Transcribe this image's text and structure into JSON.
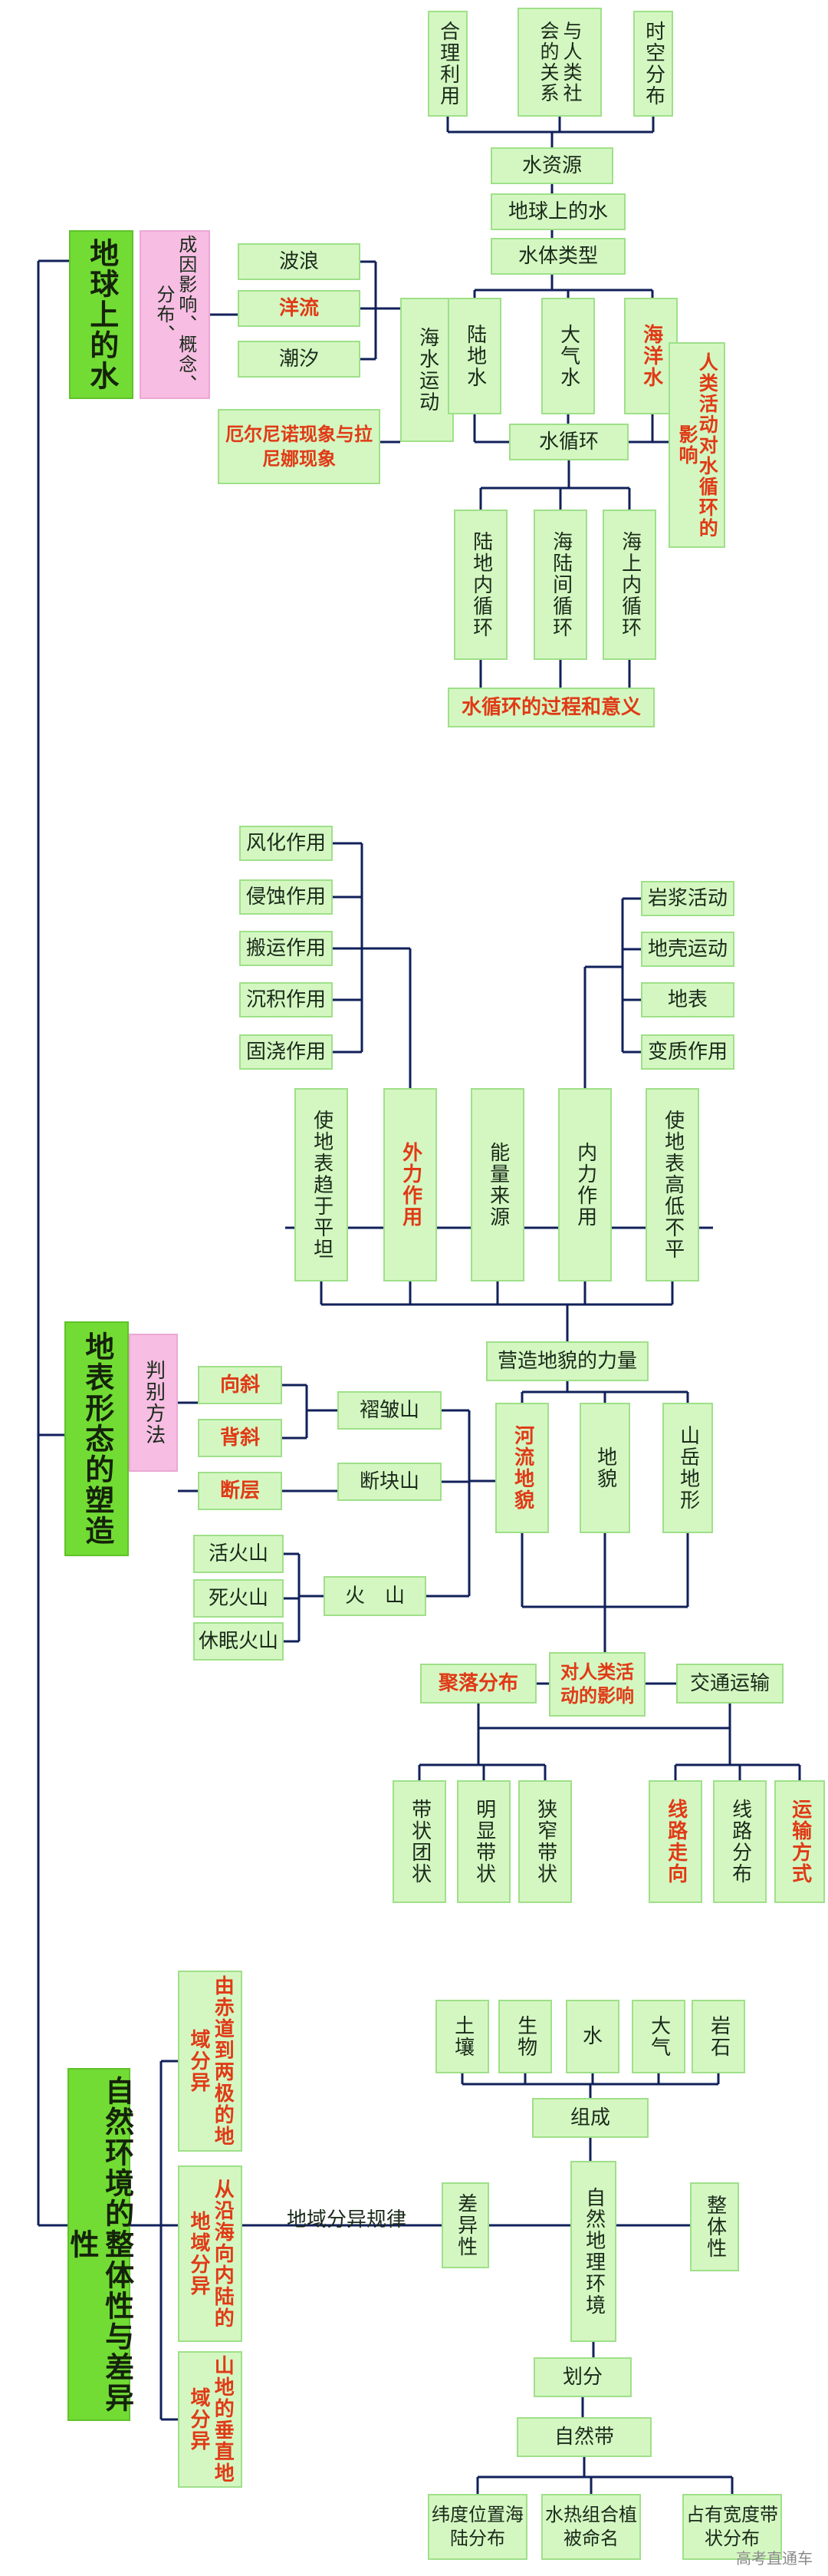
{
  "colors": {
    "box_fill": "#d4f7c2",
    "section_fill": "#72dc34",
    "pink_fill": "#f7bde3",
    "accent_text": "#e03a16",
    "line": "#10205a"
  },
  "sections": [
    "地球上的水",
    "地表形态的塑造",
    "自然环境的整体性与差异性"
  ],
  "water": {
    "uses": [
      "合理利用",
      "与人类社会的关系",
      "时空分布"
    ],
    "resources": "水资源",
    "earth_water": "地球上的水",
    "types": "水体类型",
    "land_water": "陆地水",
    "atmo_water": "大气水",
    "ocean_water": "海洋水",
    "cycle": "水循环",
    "human_impact": "人类活动对水循环的影响",
    "cycle_kinds": [
      "陆地内循环",
      "海陆间循环",
      "海上内循环"
    ],
    "cycle_process": "水循环的过程和意义",
    "motion": "海水运动",
    "motion_kinds": [
      "波浪",
      "洋流",
      "潮汐"
    ],
    "concept": "成因影响、概念、分布、",
    "enso": "厄尔尼诺现象与拉尼娜现象"
  },
  "landform": {
    "external_processes": [
      "风化作用",
      "侵蚀作用",
      "搬运作用",
      "沉积作用",
      "固浇作用"
    ],
    "internal_processes": [
      "岩浆活动",
      "地壳运动",
      "地表",
      "变质作用"
    ],
    "forces": [
      "使地表趋于平坦",
      "外力作用",
      "能量来源",
      "内力作用",
      "使地表高低不平"
    ],
    "shaping_force": "营造地貌的力量",
    "judge": "判别方法",
    "folds": [
      "向斜",
      "背斜"
    ],
    "fault": "断层",
    "fold_mountain": "褶皱山",
    "block_mountain": "断块山",
    "volcanoes": [
      "活火山",
      "死火山",
      "休眠火山"
    ],
    "volcano": "火　山",
    "river_landform": "河流地貌",
    "landform": "地貌",
    "mountain_landform": "山岳地形",
    "settlement": "聚落分布",
    "human_effect": "对人类活动的影响",
    "transport": "交通运输",
    "settlement_kinds": [
      "带状团状",
      "明显带状",
      "狭窄带状"
    ],
    "transport_kinds": [
      "线路走向",
      "线路分布",
      "运输方式"
    ]
  },
  "environment": {
    "components": [
      "土壤",
      "生物",
      "水",
      "大气",
      "岩石"
    ],
    "composition": "组成",
    "geo_env": "自然地理环境",
    "difference": "差异性",
    "integrity": "整体性",
    "rule": "地域分异规律",
    "zonal": [
      "由赤道到两极的地域分异",
      "从沿海向内陆的地域分异",
      "山地的垂直地域分异"
    ],
    "division": "划分",
    "natural_zone": "自然带",
    "zone_names": [
      "纬度位置海陆分布",
      "水热组合植被命名",
      "占有宽度带状分布"
    ]
  },
  "watermark": "高考直通车"
}
